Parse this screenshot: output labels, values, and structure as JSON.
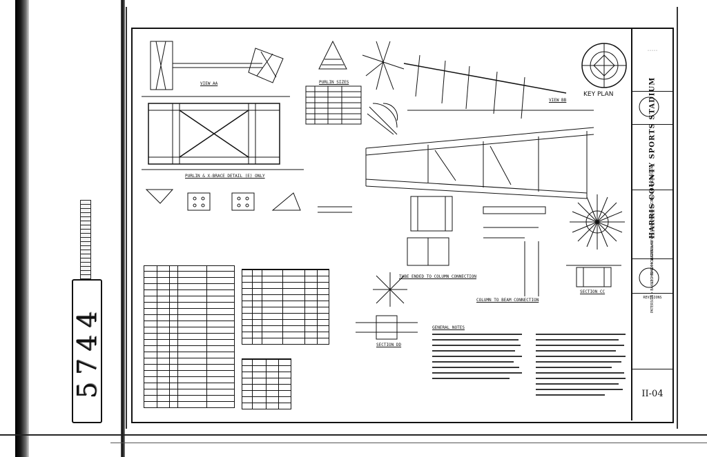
{
  "scan": {
    "sheet_tag_number": "5744"
  },
  "sheet": {
    "project_title": "HARRIS COUNTY SPORTS STADIUM",
    "architects": "LLOYD & MORGAN and WILSON, MORRIS, CRAIN & ANDERSON",
    "engineers": "PATERSON • BAKKE • MACK • WATERBURY",
    "key_plan_label": "KEY PLAN",
    "revisions_label": "REVISIONS",
    "sheet_number": "II-04"
  },
  "views": {
    "view_aa": "VIEW AA",
    "view_bb": "VIEW BB",
    "purlin_sizes": "PURLIN SIZES",
    "purlin_bracing": "PURLIN & X-BRACE DETAIL (E) ONLY",
    "tube_ended": "TUBE ENDED TO COLUMN CONNECTION",
    "section_dd": "SECTION DD",
    "section_cc": "SECTION CC",
    "column_to_beam": "COLUMN TO BEAM CONNECTION",
    "general_notes": "GENERAL NOTES"
  },
  "colors": {
    "ink": "#111111",
    "paper": "#ffffff"
  }
}
